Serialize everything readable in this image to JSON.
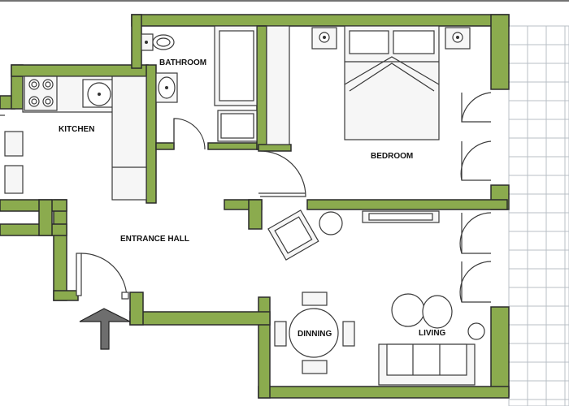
{
  "rooms": {
    "bathroom": "BATHROOM",
    "kitchen": "KITCHEN",
    "bedroom": "BEDROOM",
    "entrance_hall": "ENTRANCE HALL",
    "dinning": "DINNING",
    "living": "LIVING"
  },
  "colors": {
    "wall": "#8bab4e",
    "terrace_grid": "#b9bfc6",
    "outline": "#2b2b2b"
  },
  "icons": {
    "entrance": "entrance-arrow-icon"
  }
}
